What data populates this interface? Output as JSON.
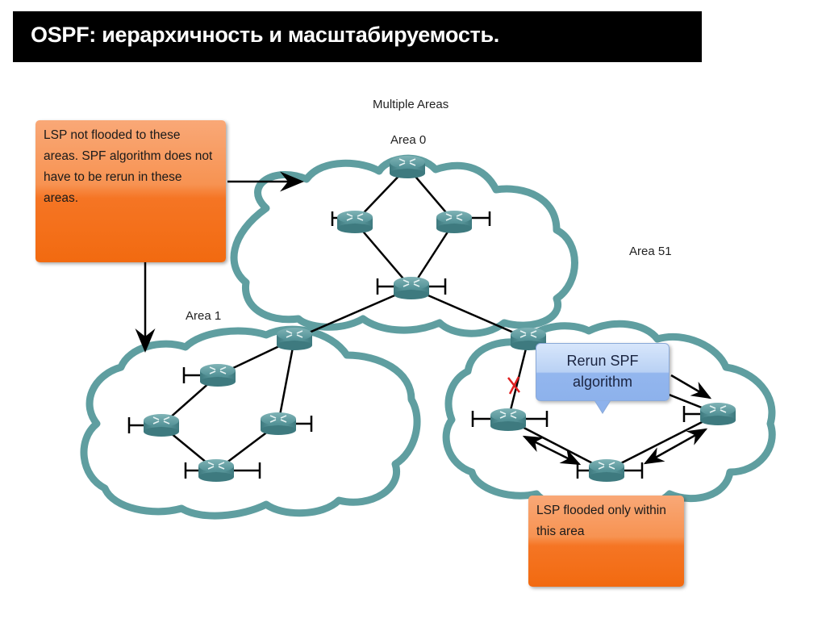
{
  "title": "OSPF: иерархичность и масштабируемость.",
  "diagram": {
    "heading": "Multiple Areas",
    "areas": [
      {
        "id": "area0",
        "label": "Area 0"
      },
      {
        "id": "area1",
        "label": "Area 1"
      },
      {
        "id": "area51",
        "label": "Area 51"
      }
    ],
    "callouts": {
      "not_flooded": "LSP not flooded to these areas. SPF algorithm does not have to be rerun in these areas.",
      "flooded_only": "LSP flooded only within this area",
      "rerun_spf_line1": "Rerun SPF",
      "rerun_spf_line2": "algorithm"
    },
    "colors": {
      "cloud_outline": "#5f9ea0",
      "router": "#4a8a8f",
      "callout_orange": "#f57524",
      "bubble_blue": "#b9d1f4",
      "failed_link_marker": "#e02020"
    },
    "link_failure_marker": "x-mark"
  }
}
